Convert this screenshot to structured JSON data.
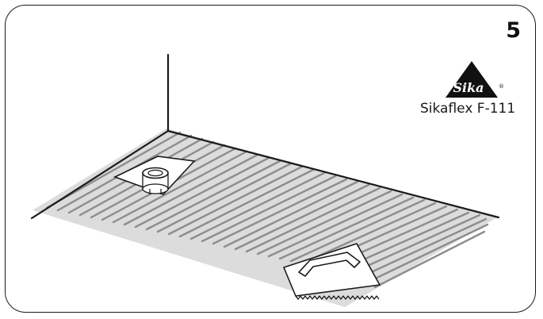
{
  "step": {
    "number": "5"
  },
  "brand": {
    "name": "Sika",
    "logo_icon": "sika-triangle-logo",
    "registered_mark": "®"
  },
  "product": {
    "name": "Sikaflex F-111"
  },
  "colors": {
    "outline": "#1a1a1a",
    "floor_fill": "#dcdcdc",
    "groove_lines": "#8a8a8a",
    "background": "#ffffff"
  }
}
